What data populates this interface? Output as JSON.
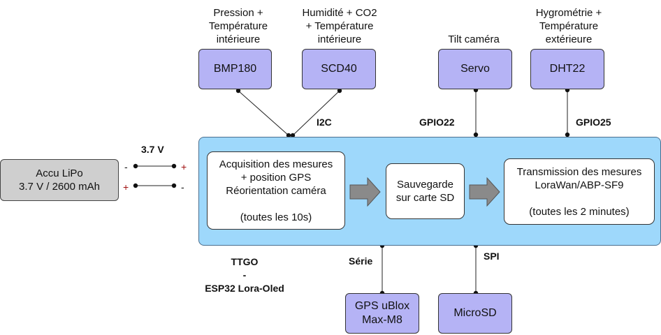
{
  "sensors": {
    "bmp180": {
      "label": "BMP180",
      "caption": "Pression +\nTempérature\nintérieure"
    },
    "scd40": {
      "label": "SCD40",
      "caption": "Humidité + CO2\n+ Température\nintérieure"
    },
    "servo": {
      "label": "Servo",
      "caption": "Tilt caméra"
    },
    "dht22": {
      "label": "DHT22",
      "caption": "Hygrométrie +\nTempérature\nextérieure"
    },
    "gps": {
      "label": "GPS uBlox\nMax-M8"
    },
    "microsd": {
      "label": "MicroSD"
    }
  },
  "buses": {
    "i2c": "I2C",
    "gpio22": "GPIO22",
    "gpio25": "GPIO25",
    "serie": "Série",
    "spi": "SPI"
  },
  "board": {
    "name_line1": "TTGO",
    "name_line2": "-",
    "name_line3": "ESP32 Lora-Oled",
    "steps": [
      "Acquisition des mesures\n+ position GPS\nRéorientation caméra\n\n(toutes les 10s)",
      "Sauvegarde\nsur carte SD",
      "Transmission des mesures\nLoraWan/ABP-SF9\n\n(toutes les 2 minutes)"
    ]
  },
  "power": {
    "battery": "Accu LiPo\n3.7 V / 2600 mAh",
    "voltage": "3.7 V",
    "minus": "-",
    "plus": "+"
  },
  "colors": {
    "sensor_fill": "#b5b3f5",
    "board_fill": "#9ed8fb",
    "battery_fill": "#cfcfcf",
    "arrow_fill": "#8a8a8a",
    "plus_color": "#a01010"
  }
}
